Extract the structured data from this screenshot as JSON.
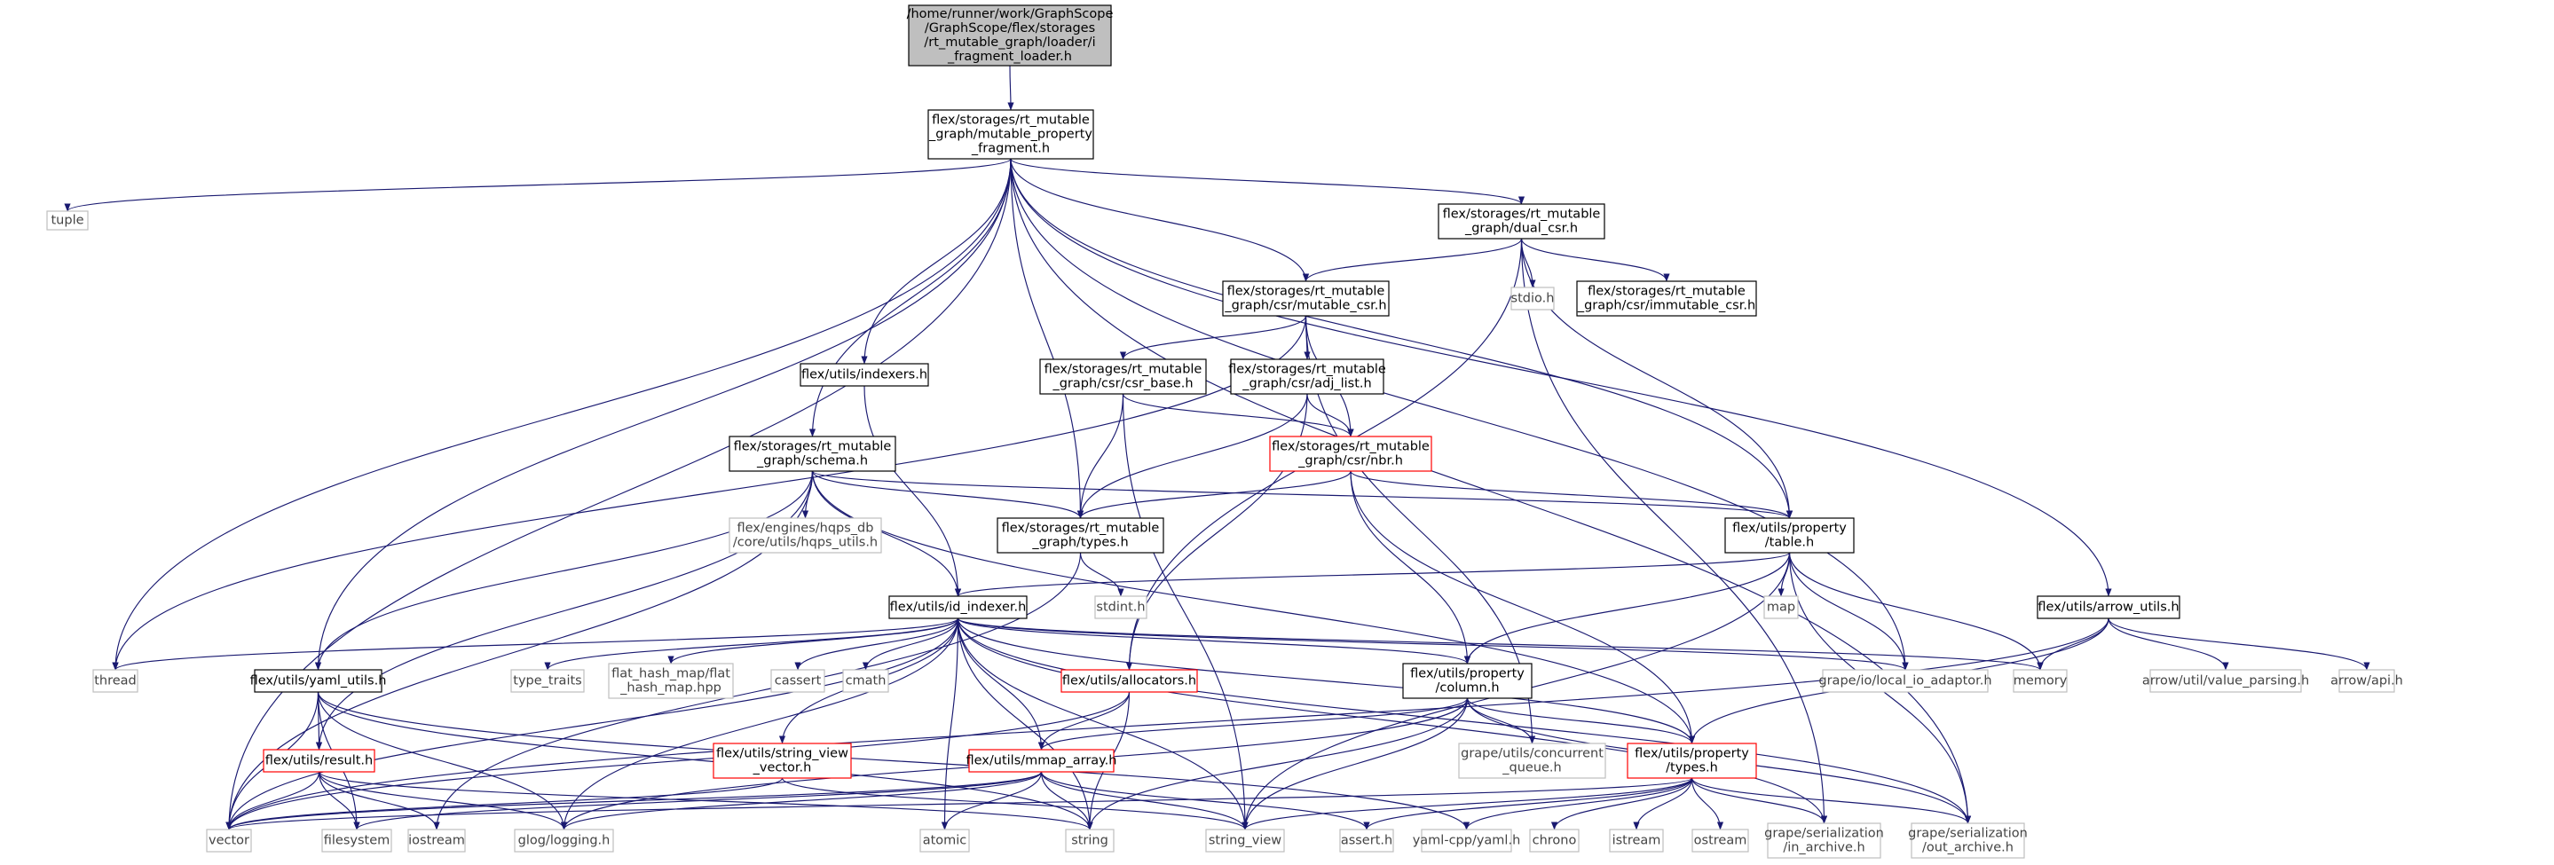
{
  "diagram": {
    "type": "include-dependency-graph",
    "colors": {
      "edge": "#191970",
      "root_fill": "#bfbfbf",
      "root_border": "#000000",
      "internal_border": "#000000",
      "external_border": "#bfbfbf",
      "highlight_border": "#ff0000",
      "external_text": "#444444"
    },
    "nodes": [
      {
        "id": "root",
        "kind": "root",
        "lines": [
          "/home/runner/work/GraphScope",
          "/GraphScope/flex/storages",
          "/rt_mutable_graph/loader/i",
          "_fragment_loader.h"
        ]
      },
      {
        "id": "mpf",
        "kind": "internal",
        "lines": [
          "flex/storages/rt_mutable",
          "_graph/mutable_property",
          "_fragment.h"
        ]
      },
      {
        "id": "tuple",
        "kind": "external",
        "lines": [
          "tuple"
        ]
      },
      {
        "id": "dual",
        "kind": "internal",
        "lines": [
          "flex/storages/rt_mutable",
          "_graph/dual_csr.h"
        ]
      },
      {
        "id": "mcsr",
        "kind": "internal",
        "lines": [
          "flex/storages/rt_mutable",
          "_graph/csr/mutable_csr.h"
        ]
      },
      {
        "id": "stdio",
        "kind": "external",
        "lines": [
          "stdio.h"
        ]
      },
      {
        "id": "icsr",
        "kind": "internal",
        "lines": [
          "flex/storages/rt_mutable",
          "_graph/csr/immutable_csr.h"
        ]
      },
      {
        "id": "idx",
        "kind": "internal",
        "lines": [
          "flex/utils/indexers.h"
        ]
      },
      {
        "id": "csrb",
        "kind": "internal",
        "lines": [
          "flex/storages/rt_mutable",
          "_graph/csr/csr_base.h"
        ]
      },
      {
        "id": "adj",
        "kind": "internal",
        "lines": [
          "flex/storages/rt_mutable",
          "_graph/csr/adj_list.h"
        ]
      },
      {
        "id": "nbr",
        "kind": "highlight",
        "lines": [
          "flex/storages/rt_mutable",
          "_graph/csr/nbr.h"
        ]
      },
      {
        "id": "schema",
        "kind": "internal",
        "lines": [
          "flex/storages/rt_mutable",
          "_graph/schema.h"
        ]
      },
      {
        "id": "hqps",
        "kind": "external",
        "lines": [
          "flex/engines/hqps_db",
          "/core/utils/hqps_utils.h"
        ]
      },
      {
        "id": "gtypes",
        "kind": "internal",
        "lines": [
          "flex/storages/rt_mutable",
          "_graph/types.h"
        ]
      },
      {
        "id": "table",
        "kind": "internal",
        "lines": [
          "flex/utils/property",
          "/table.h"
        ]
      },
      {
        "id": "stdint",
        "kind": "external",
        "lines": [
          "stdint.h"
        ]
      },
      {
        "id": "map",
        "kind": "external",
        "lines": [
          "map"
        ]
      },
      {
        "id": "idi",
        "kind": "internal",
        "lines": [
          "flex/utils/id_indexer.h"
        ]
      },
      {
        "id": "arrowu",
        "kind": "internal",
        "lines": [
          "flex/utils/arrow_utils.h"
        ]
      },
      {
        "id": "thread",
        "kind": "external",
        "lines": [
          "thread"
        ]
      },
      {
        "id": "yaml",
        "kind": "internal",
        "lines": [
          "flex/utils/yaml_utils.h"
        ]
      },
      {
        "id": "tt",
        "kind": "external",
        "lines": [
          "type_traits"
        ]
      },
      {
        "id": "fhm",
        "kind": "external",
        "lines": [
          "flat_hash_map/flat",
          "_hash_map.hpp"
        ]
      },
      {
        "id": "cassert",
        "kind": "external",
        "lines": [
          "cassert"
        ]
      },
      {
        "id": "cmath",
        "kind": "external",
        "lines": [
          "cmath"
        ]
      },
      {
        "id": "alloc",
        "kind": "highlight",
        "lines": [
          "flex/utils/allocators.h"
        ]
      },
      {
        "id": "column",
        "kind": "internal",
        "lines": [
          "flex/utils/property",
          "/column.h"
        ]
      },
      {
        "id": "lio",
        "kind": "external",
        "lines": [
          "grape/io/local_io_adaptor.h"
        ]
      },
      {
        "id": "memory",
        "kind": "external",
        "lines": [
          "memory"
        ]
      },
      {
        "id": "avp",
        "kind": "external",
        "lines": [
          "arrow/util/value_parsing.h"
        ]
      },
      {
        "id": "aapi",
        "kind": "external",
        "lines": [
          "arrow/api.h"
        ]
      },
      {
        "id": "result",
        "kind": "highlight",
        "lines": [
          "flex/utils/result.h"
        ]
      },
      {
        "id": "sv",
        "kind": "highlight",
        "lines": [
          "flex/utils/string_view",
          "_vector.h"
        ]
      },
      {
        "id": "mmap",
        "kind": "highlight",
        "lines": [
          "flex/utils/mmap_array.h"
        ]
      },
      {
        "id": "gcq",
        "kind": "external",
        "lines": [
          "grape/utils/concurrent",
          "_queue.h"
        ]
      },
      {
        "id": "ptypes",
        "kind": "highlight",
        "lines": [
          "flex/utils/property",
          "/types.h"
        ]
      },
      {
        "id": "vector",
        "kind": "external",
        "lines": [
          "vector"
        ]
      },
      {
        "id": "fs",
        "kind": "external",
        "lines": [
          "filesystem"
        ]
      },
      {
        "id": "iostream",
        "kind": "external",
        "lines": [
          "iostream"
        ]
      },
      {
        "id": "glog",
        "kind": "external",
        "lines": [
          "glog/logging.h"
        ]
      },
      {
        "id": "atomic",
        "kind": "external",
        "lines": [
          "atomic"
        ]
      },
      {
        "id": "string",
        "kind": "external",
        "lines": [
          "string"
        ]
      },
      {
        "id": "strv",
        "kind": "external",
        "lines": [
          "string_view"
        ]
      },
      {
        "id": "asserth",
        "kind": "external",
        "lines": [
          "assert.h"
        ]
      },
      {
        "id": "yamlcpp",
        "kind": "external",
        "lines": [
          "yaml-cpp/yaml.h"
        ]
      },
      {
        "id": "chrono",
        "kind": "external",
        "lines": [
          "chrono"
        ]
      },
      {
        "id": "istream",
        "kind": "external",
        "lines": [
          "istream"
        ]
      },
      {
        "id": "ostream",
        "kind": "external",
        "lines": [
          "ostream"
        ]
      },
      {
        "id": "gin",
        "kind": "external",
        "lines": [
          "grape/serialization",
          "/in_archive.h"
        ]
      },
      {
        "id": "gout",
        "kind": "external",
        "lines": [
          "grape/serialization",
          "/out_archive.h"
        ]
      }
    ],
    "edges": [
      [
        "root",
        "mpf"
      ],
      [
        "mpf",
        "tuple"
      ],
      [
        "mpf",
        "vector"
      ],
      [
        "mpf",
        "thread"
      ],
      [
        "mpf",
        "yaml"
      ],
      [
        "mpf",
        "schema"
      ],
      [
        "mpf",
        "idx"
      ],
      [
        "mpf",
        "gtypes"
      ],
      [
        "mpf",
        "mcsr"
      ],
      [
        "mpf",
        "dual"
      ],
      [
        "mpf",
        "table"
      ],
      [
        "mpf",
        "lio"
      ],
      [
        "mpf",
        "arrowu"
      ],
      [
        "mpf",
        "gout"
      ],
      [
        "dual",
        "mcsr"
      ],
      [
        "dual",
        "stdio"
      ],
      [
        "dual",
        "icsr"
      ],
      [
        "dual",
        "alloc"
      ],
      [
        "dual",
        "table"
      ],
      [
        "dual",
        "gin"
      ],
      [
        "mcsr",
        "csrb"
      ],
      [
        "mcsr",
        "adj"
      ],
      [
        "mcsr",
        "nbr"
      ],
      [
        "mcsr",
        "thread"
      ],
      [
        "mcsr",
        "gcq"
      ],
      [
        "idx",
        "idi"
      ],
      [
        "csrb",
        "gtypes"
      ],
      [
        "csrb",
        "nbr"
      ],
      [
        "csrb",
        "strv"
      ],
      [
        "adj",
        "nbr"
      ],
      [
        "adj",
        "gtypes"
      ],
      [
        "adj",
        "alloc"
      ],
      [
        "nbr",
        "gtypes"
      ],
      [
        "nbr",
        "table"
      ],
      [
        "nbr",
        "column"
      ],
      [
        "nbr",
        "ptypes"
      ],
      [
        "schema",
        "hqps"
      ],
      [
        "schema",
        "gtypes"
      ],
      [
        "schema",
        "table"
      ],
      [
        "schema",
        "idi"
      ],
      [
        "schema",
        "yaml"
      ],
      [
        "schema",
        "result"
      ],
      [
        "schema",
        "vector"
      ],
      [
        "schema",
        "ptypes"
      ],
      [
        "gtypes",
        "stdint"
      ],
      [
        "gtypes",
        "iostream"
      ],
      [
        "table",
        "idi"
      ],
      [
        "table",
        "column"
      ],
      [
        "table",
        "map"
      ],
      [
        "table",
        "lio"
      ],
      [
        "table",
        "memory"
      ],
      [
        "table",
        "strv"
      ],
      [
        "table",
        "gout"
      ],
      [
        "idi",
        "thread"
      ],
      [
        "idi",
        "vector"
      ],
      [
        "idi",
        "tt"
      ],
      [
        "idi",
        "fhm"
      ],
      [
        "idi",
        "cassert"
      ],
      [
        "idi",
        "cmath"
      ],
      [
        "idi",
        "atomic"
      ],
      [
        "idi",
        "column"
      ],
      [
        "idi",
        "lio"
      ],
      [
        "idi",
        "memory"
      ],
      [
        "idi",
        "glog"
      ],
      [
        "idi",
        "sv"
      ],
      [
        "idi",
        "mmap"
      ],
      [
        "idi",
        "string"
      ],
      [
        "idi",
        "ptypes"
      ],
      [
        "idi",
        "gin"
      ],
      [
        "idi",
        "gout"
      ],
      [
        "idi",
        "strv"
      ],
      [
        "arrowu",
        "memory"
      ],
      [
        "arrowu",
        "avp"
      ],
      [
        "arrowu",
        "aapi"
      ],
      [
        "arrowu",
        "ptypes"
      ],
      [
        "arrowu",
        "vector"
      ],
      [
        "yaml",
        "result"
      ],
      [
        "yaml",
        "vector"
      ],
      [
        "yaml",
        "fs"
      ],
      [
        "yaml",
        "glog"
      ],
      [
        "yaml",
        "yamlcpp"
      ],
      [
        "yaml",
        "string"
      ],
      [
        "alloc",
        "mmap"
      ],
      [
        "alloc",
        "vector"
      ],
      [
        "alloc",
        "string"
      ],
      [
        "column",
        "mmap"
      ],
      [
        "column",
        "gcq"
      ],
      [
        "column",
        "ptypes"
      ],
      [
        "column",
        "string"
      ],
      [
        "column",
        "strv"
      ],
      [
        "column",
        "glog"
      ],
      [
        "column",
        "gout"
      ],
      [
        "result",
        "vector"
      ],
      [
        "result",
        "fs"
      ],
      [
        "result",
        "iostream"
      ],
      [
        "result",
        "glog"
      ],
      [
        "result",
        "string"
      ],
      [
        "sv",
        "strv"
      ],
      [
        "sv",
        "vector"
      ],
      [
        "mmap",
        "glog"
      ],
      [
        "mmap",
        "atomic"
      ],
      [
        "mmap",
        "string"
      ],
      [
        "mmap",
        "strv"
      ],
      [
        "mmap",
        "asserth"
      ],
      [
        "mmap",
        "fs"
      ],
      [
        "mmap",
        "vector"
      ],
      [
        "ptypes",
        "vector"
      ],
      [
        "ptypes",
        "yamlcpp"
      ],
      [
        "ptypes",
        "chrono"
      ],
      [
        "ptypes",
        "istream"
      ],
      [
        "ptypes",
        "ostream"
      ],
      [
        "ptypes",
        "gin"
      ],
      [
        "ptypes",
        "gout"
      ],
      [
        "ptypes",
        "strv"
      ],
      [
        "ptypes",
        "asserth"
      ]
    ]
  }
}
